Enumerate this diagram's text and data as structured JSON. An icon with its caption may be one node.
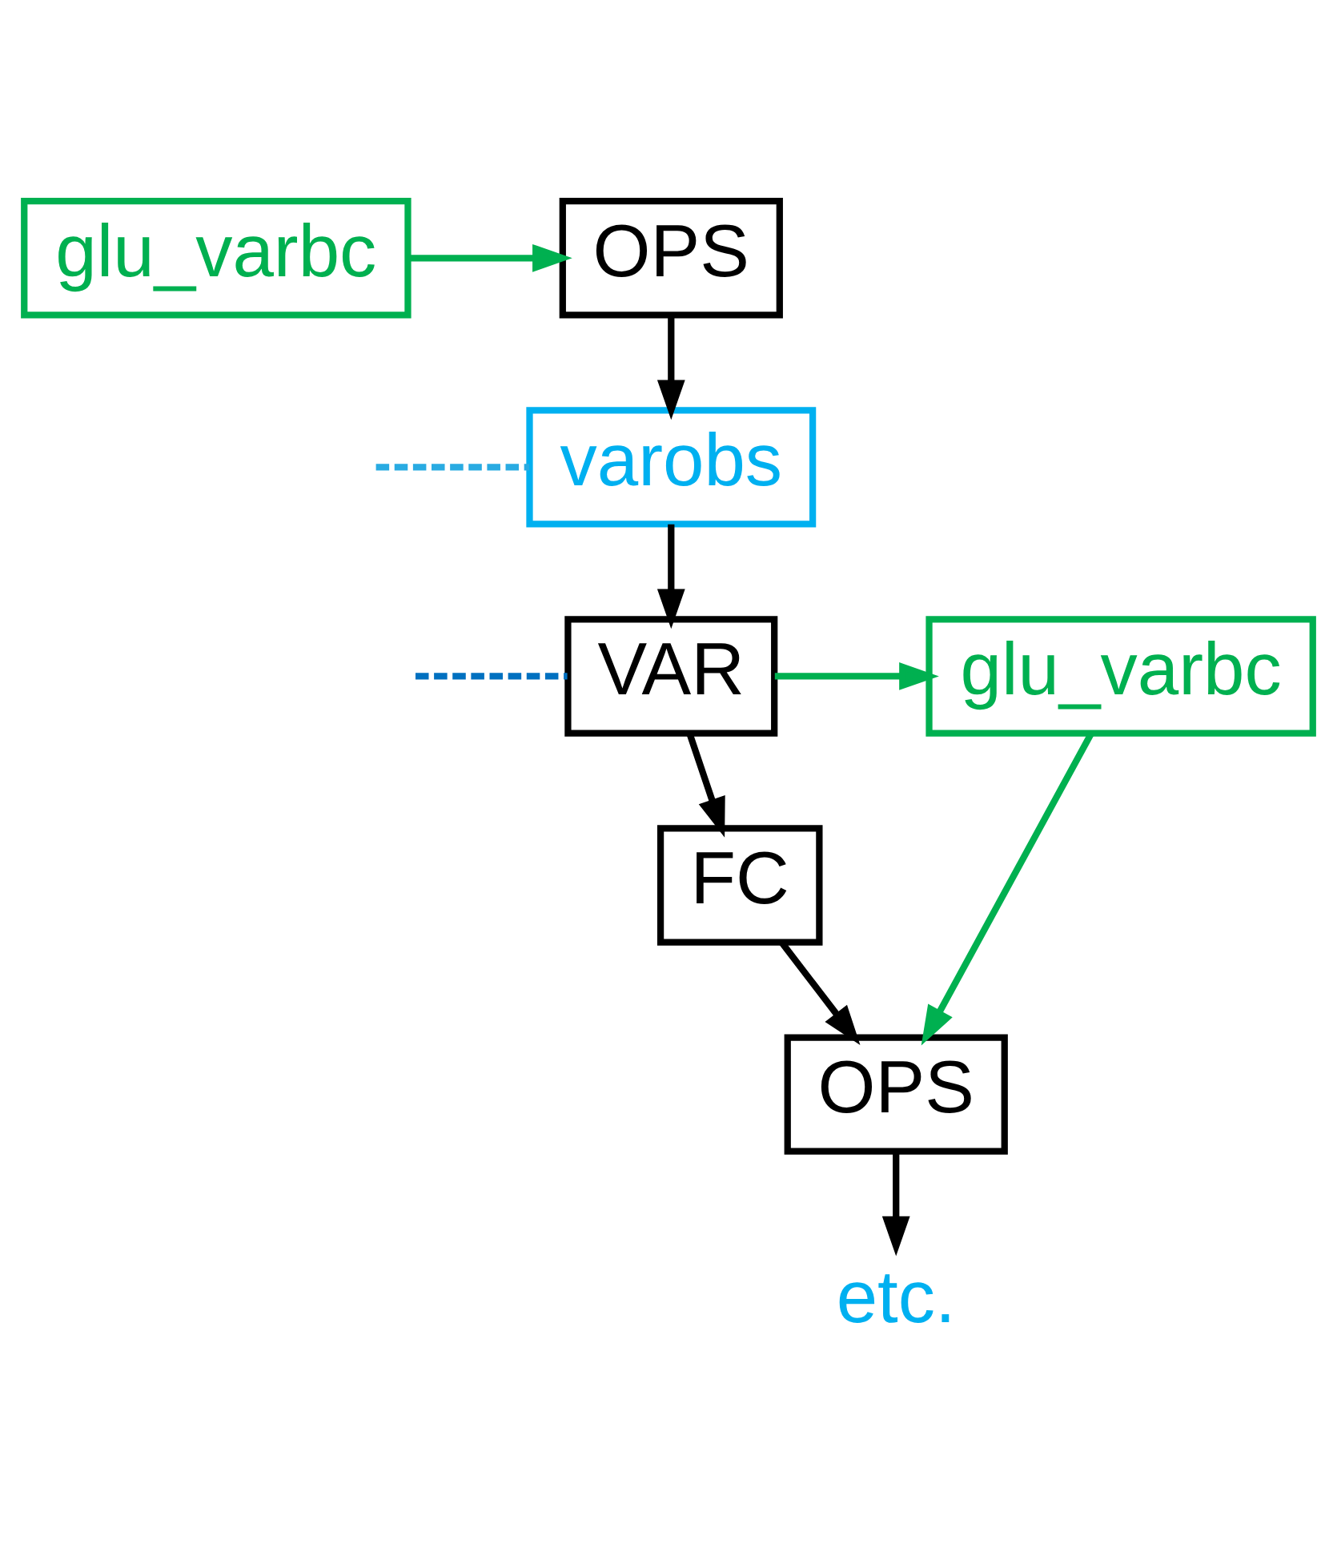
{
  "diagram": {
    "nodes": [
      {
        "text": [
          "OPS"
        ]
      },
      {
        "text": [
          "glu_varbc"
        ]
      },
      {
        "text": [
          "varobs"
        ]
      },
      {
        "text": [
          "VAR"
        ]
      },
      {
        "text": [
          "glu_varbc"
        ]
      },
      {
        "text": [
          "FC"
        ]
      },
      {
        "text": [
          "OPS"
        ]
      },
      {
        "text": [
          "etc."
        ]
      }
    ],
    "edges": [
      {
        "from": 1,
        "to": 0,
        "arrow": "to",
        "color": "#00b050"
      },
      {
        "from": 0,
        "to": 2,
        "arrow": "to"
      },
      {
        "from": 2,
        "to": 3,
        "arrow": "to"
      },
      {
        "from": 3,
        "to": 4,
        "arrow": "to",
        "color": "#00b050"
      },
      {
        "from": 3,
        "to": 5,
        "arrow": "to"
      },
      {
        "from": 5,
        "to": 6,
        "arrow": "to"
      },
      {
        "from": 4,
        "to": 6,
        "arrow": "to",
        "color": "#00b050"
      },
      {
        "from": 6,
        "to": 7,
        "arrow": "to"
      },
      {
        "from": null,
        "to": 2,
        "arrow": "none",
        "style": "dashed",
        "color": "#29abe2"
      },
      {
        "from": null,
        "to": 3,
        "arrow": "none",
        "style": "dashed",
        "color": "#0070c0"
      }
    ]
  }
}
